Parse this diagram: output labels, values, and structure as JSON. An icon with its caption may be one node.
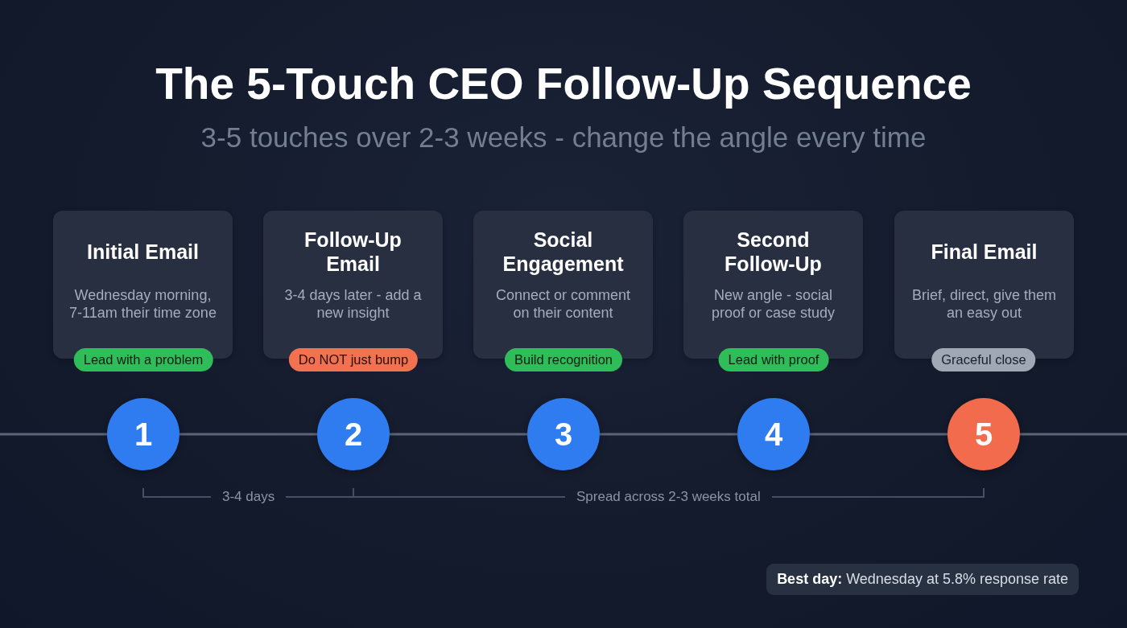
{
  "diagram": {
    "title": "The 5-Touch CEO Follow-Up Sequence",
    "nodes": [
      {
        "text": [
          "Initial Email",
          "Wednesday morning, 7-11am their time zone"
        ]
      },
      {
        "text": [
          "Follow-Up Email",
          "3-4 days later - add a new insight"
        ]
      },
      {
        "text": [
          "Social Engagement",
          "Connect or comment on their content"
        ]
      },
      {
        "text": [
          "Second Follow-Up",
          "New angle - social proof or case study"
        ]
      },
      {
        "text": [
          "Final Email",
          "Brief, direct, give them an easy out"
        ]
      },
      {
        "text": [
          "Lead with a problem"
        ]
      },
      {
        "text": [
          "Do NOT just bump"
        ]
      },
      {
        "text": [
          "Build recognition"
        ]
      },
      {
        "text": [
          "Lead with proof"
        ]
      },
      {
        "text": [
          "Graceful close"
        ]
      },
      {
        "text": [
          "1"
        ]
      },
      {
        "text": [
          "2"
        ]
      },
      {
        "text": [
          "3"
        ]
      },
      {
        "text": [
          "4"
        ]
      },
      {
        "text": [
          "5"
        ]
      },
      {
        "text": [
          "**Best day:** Wednesday at 5.8% response rate"
        ]
      }
    ],
    "edges": [
      {
        "from": null,
        "to": 10,
        "arrow": "none"
      },
      {
        "from": 10,
        "to": 11,
        "arrow": "none"
      },
      {
        "from": 11,
        "to": 12,
        "arrow": "none"
      },
      {
        "from": 12,
        "to": 13,
        "arrow": "none"
      },
      {
        "from": 13,
        "to": 14,
        "arrow": "none"
      },
      {
        "from": 14,
        "to": null,
        "arrow": "none"
      }
    ],
    "labels": [
      "3-5 touches over 2-3 weeks - change the angle every time",
      "3-4 days",
      "Spread across 2-3 weeks total"
    ]
  }
}
